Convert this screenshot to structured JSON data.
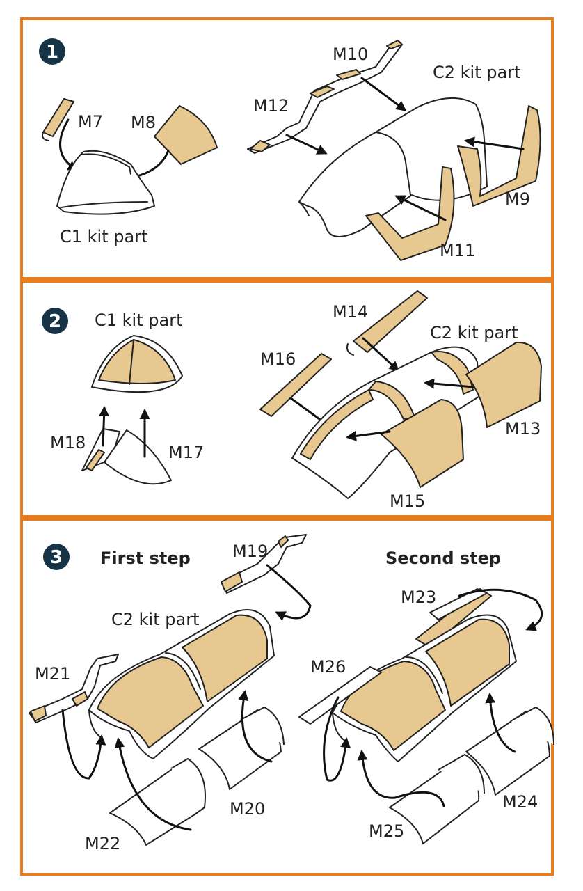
{
  "steps": [
    {
      "number": "1",
      "labels": {
        "m7": "M7",
        "m8": "M8",
        "c1": "C1 kit part",
        "m10": "M10",
        "m12": "M12",
        "c2": "C2 kit part",
        "m9": "M9",
        "m11": "M11"
      }
    },
    {
      "number": "2",
      "labels": {
        "c1": "C1 kit part",
        "m18": "M18",
        "m17": "M17",
        "m14": "M14",
        "c2": "C2 kit part",
        "m16": "M16",
        "m13": "M13",
        "m15": "M15"
      }
    },
    {
      "number": "3",
      "first_step": "First step",
      "second_step": "Second step",
      "labels": {
        "m19": "M19",
        "c2": "C2 kit part",
        "m21": "M21",
        "m22": "M22",
        "m20": "M20",
        "m23": "M23",
        "m26": "M26",
        "m25": "M25",
        "m24": "M24"
      }
    }
  ],
  "colors": {
    "frame": "#e87d1e",
    "mask": "#e8c891",
    "badge": "#173447"
  }
}
